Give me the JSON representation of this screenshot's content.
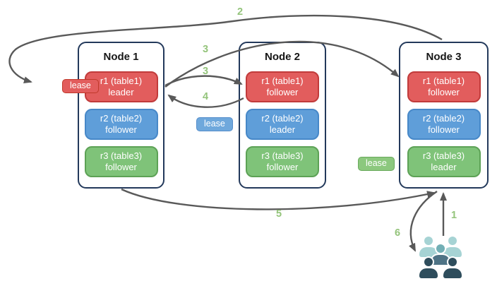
{
  "diagram": {
    "nodes": [
      {
        "title": "Node 1",
        "replicas": [
          {
            "name": "r1 (table1)",
            "role": "leader",
            "color": "red"
          },
          {
            "name": "r2 (table2)",
            "role": "follower",
            "color": "blue"
          },
          {
            "name": "r3 (table3)",
            "role": "follower",
            "color": "green"
          }
        ]
      },
      {
        "title": "Node 2",
        "replicas": [
          {
            "name": "r1 (table1)",
            "role": "follower",
            "color": "red"
          },
          {
            "name": "r2 (table2)",
            "role": "leader",
            "color": "blue"
          },
          {
            "name": "r3 (table3)",
            "role": "follower",
            "color": "green"
          }
        ]
      },
      {
        "title": "Node 3",
        "replicas": [
          {
            "name": "r1 (table1)",
            "role": "follower",
            "color": "red"
          },
          {
            "name": "r2 (table2)",
            "role": "follower",
            "color": "blue"
          },
          {
            "name": "r3 (table3)",
            "role": "leader",
            "color": "green"
          }
        ]
      }
    ],
    "leases": [
      {
        "label": "lease",
        "color": "red"
      },
      {
        "label": "lease",
        "color": "blue"
      },
      {
        "label": "lease",
        "color": "green"
      }
    ],
    "arrows": [
      {
        "label": "1",
        "from": "users",
        "to": "node3-r3-leader"
      },
      {
        "label": "2",
        "from": "node3-top",
        "to": "red-lease"
      },
      {
        "label": "3",
        "from": "node1-r1-leader",
        "to": "node3-r1-follower"
      },
      {
        "label": "3",
        "from": "node1-r1-leader",
        "to": "node2-r1-follower"
      },
      {
        "label": "4",
        "from": "node2-r1-follower",
        "to": "node1-r1-leader"
      },
      {
        "label": "5",
        "from": "node1-bottom",
        "to": "node3-bottom"
      },
      {
        "label": "6",
        "from": "node3-bottom",
        "to": "users"
      }
    ],
    "icons": {
      "users": "user-group-icon"
    },
    "colors": {
      "red_fill": "#e25d5d",
      "red_border": "#c13b3b",
      "blue_fill": "#5f9ed9",
      "blue_border": "#4788c8",
      "green_fill": "#7fc379",
      "green_border": "#5da256",
      "lease_blue_fill": "#6fa8dc",
      "lease_green_fill": "#8cc87e",
      "node_border": "#23395b",
      "arrow": "#595959",
      "number_label": "#94c47b",
      "people_light": "#a6d3d4",
      "people_mid": "#72afb5",
      "people_slate": "#4e7385",
      "people_dark": "#2e4d5c"
    }
  }
}
